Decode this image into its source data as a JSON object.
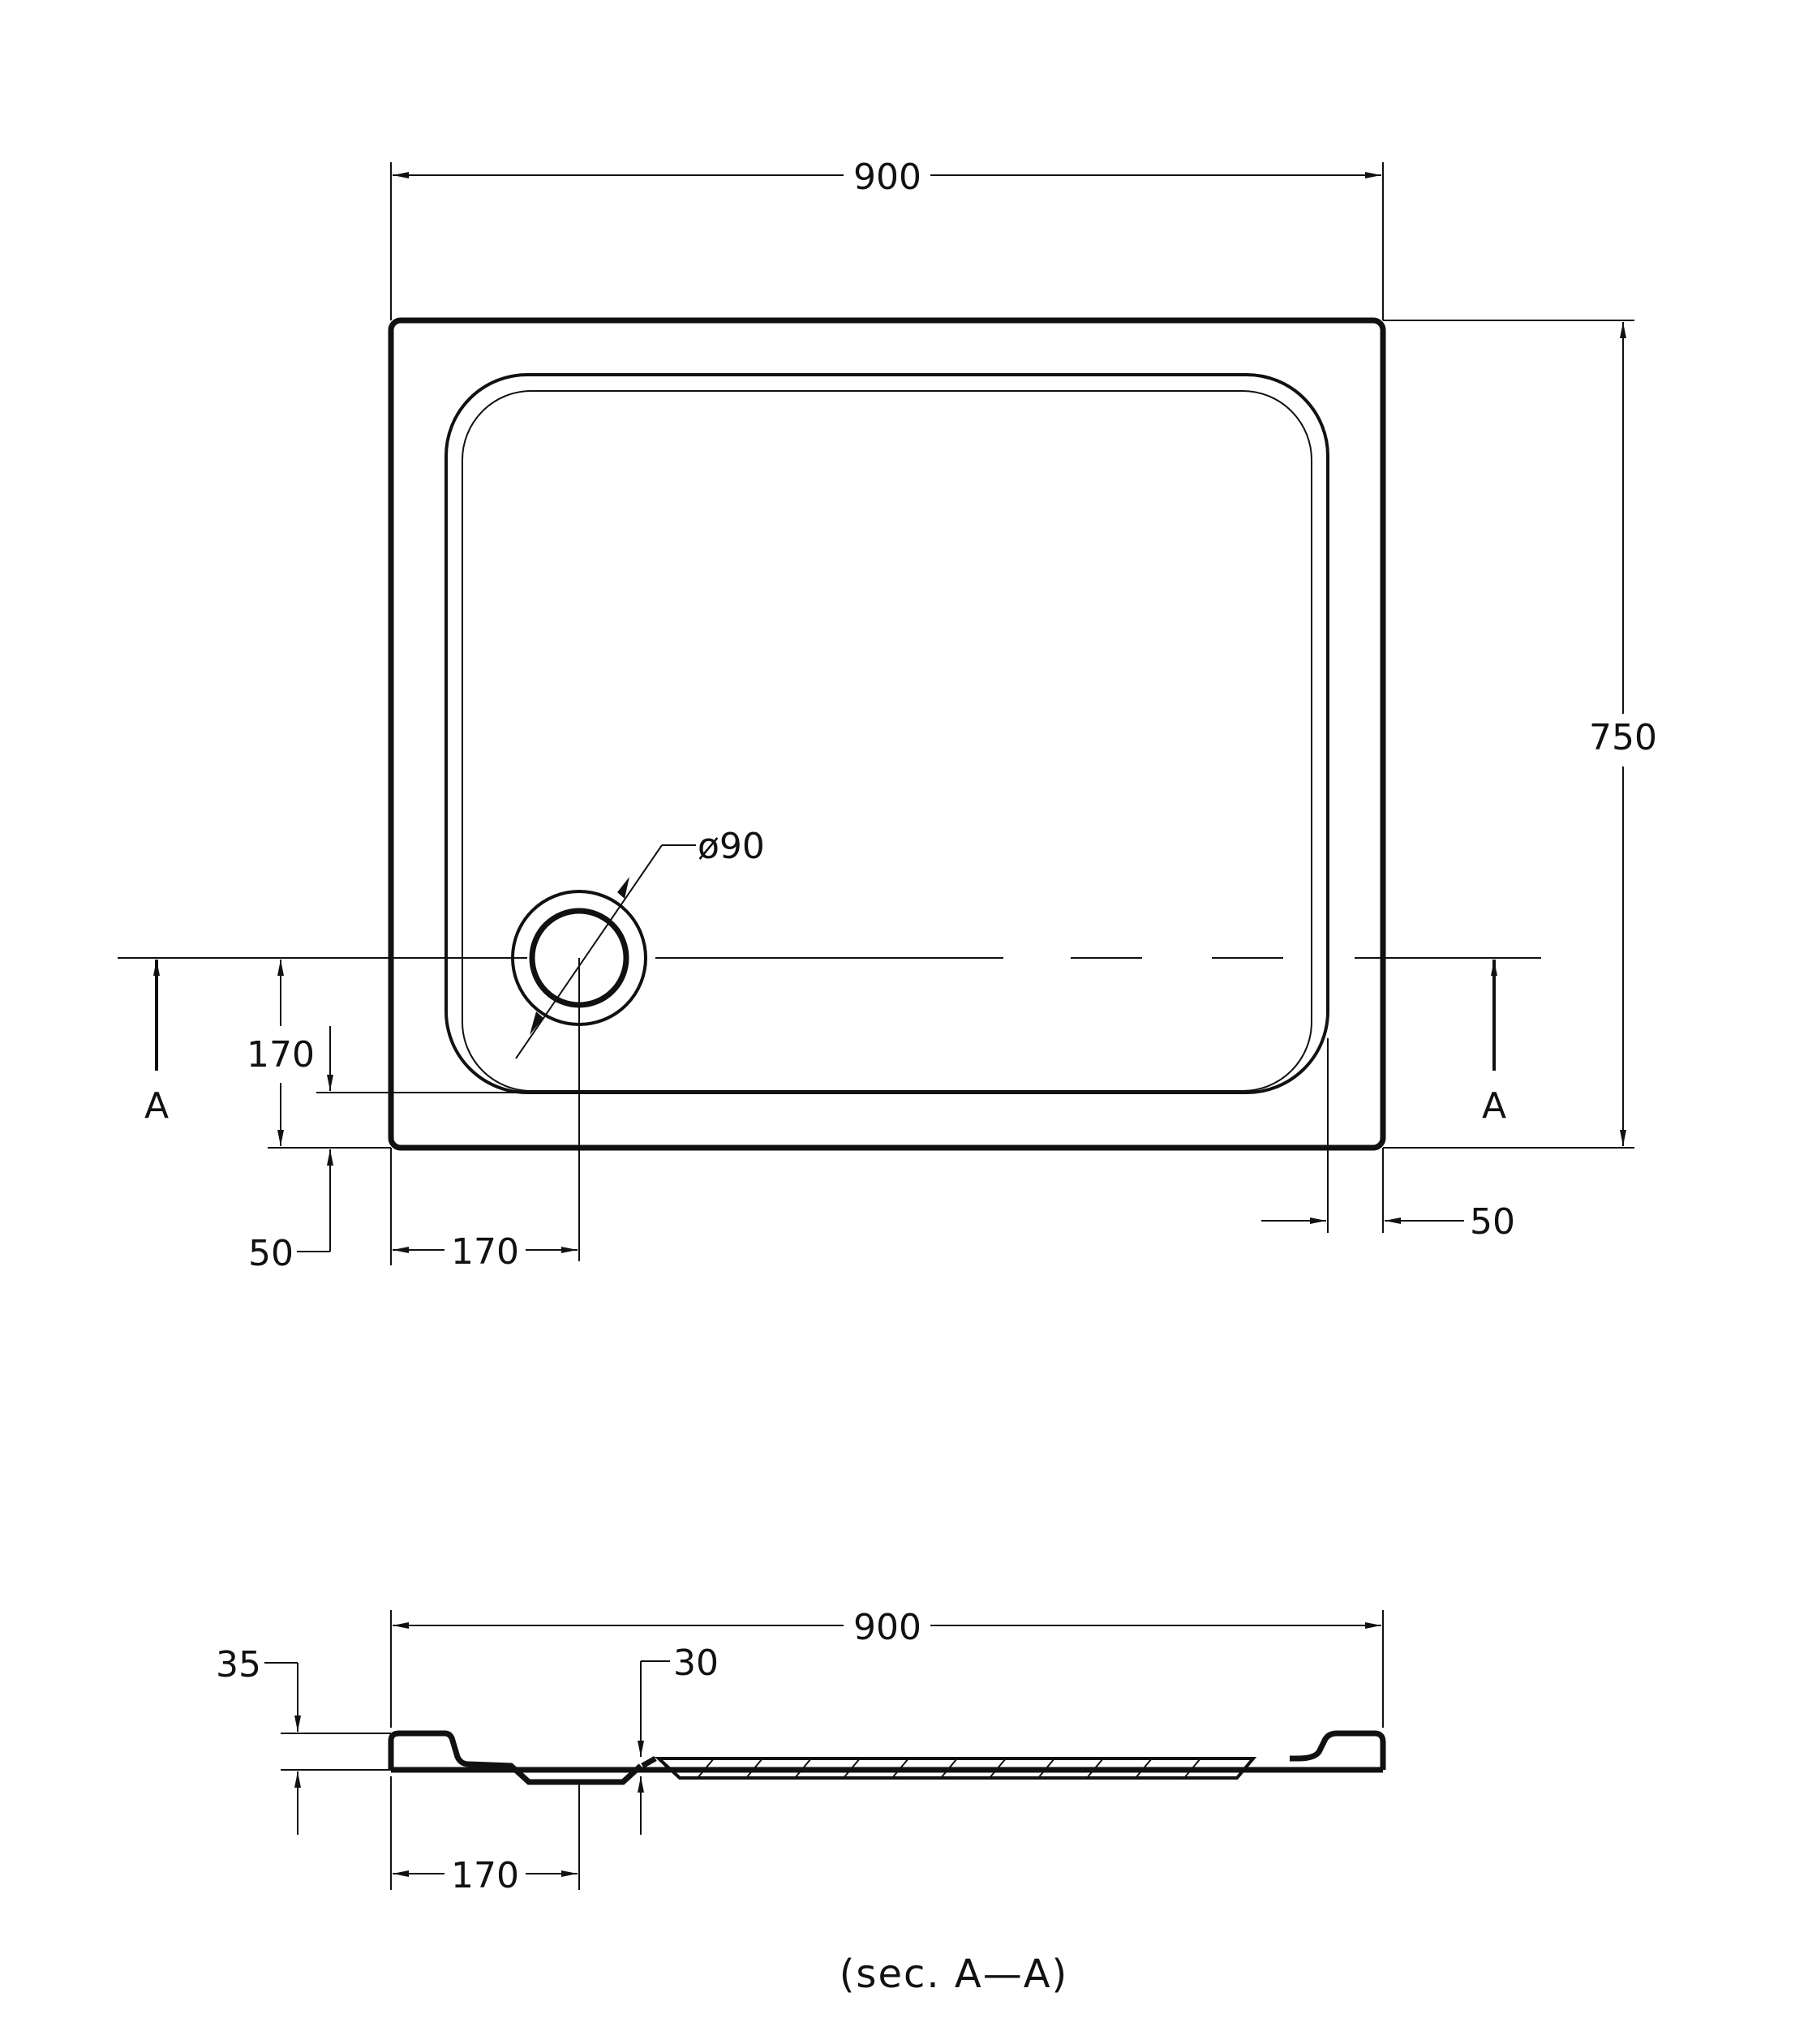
{
  "plan_view": {
    "width_label": "900",
    "depth_label": "750",
    "drain_diameter_label": "ø90",
    "drain_offset_x_label": "170",
    "drain_offset_y_label": "170",
    "rim_bottom_label": "50",
    "rim_right_label": "50",
    "section_marker_left": "A",
    "section_marker_right": "A"
  },
  "section_view": {
    "width_label": "900",
    "height_label": "35",
    "depth_label": "30",
    "drain_offset_label": "170",
    "caption": "(sec. A—A)"
  }
}
